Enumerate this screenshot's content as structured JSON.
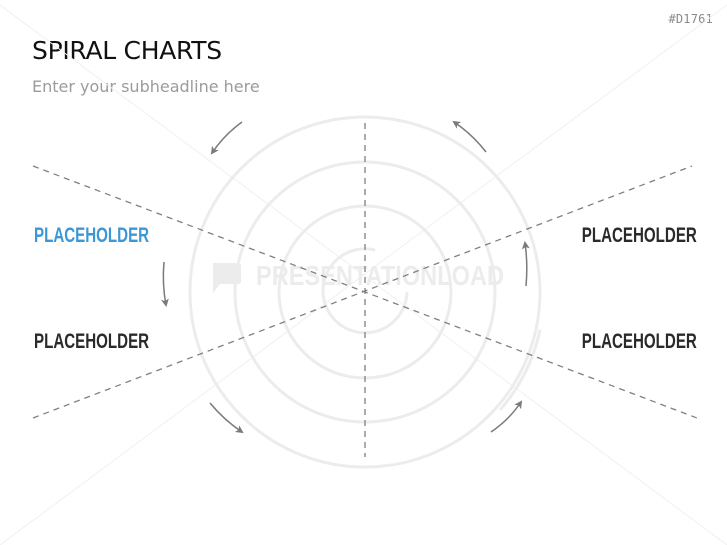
{
  "slide": {
    "code": "#D1761",
    "title": "SPIRAL CHARTS",
    "subtitle": "Enter your subheadline here"
  },
  "diagram": {
    "type": "spiral-chart",
    "labels": [
      {
        "position": "top-left",
        "text": "PLACEHOLDER",
        "color": "#3d97d6"
      },
      {
        "position": "bottom-left",
        "text": "PLACEHOLDER",
        "color": "#2a2a2a"
      },
      {
        "position": "top-right",
        "text": "PLACEHOLDER",
        "color": "#2a2a2a"
      },
      {
        "position": "bottom-right",
        "text": "PLACEHOLDER",
        "color": "#2a2a2a"
      }
    ],
    "arrows": [
      {
        "position": "top-left",
        "direction": "counter-clockwise"
      },
      {
        "position": "left",
        "direction": "counter-clockwise"
      },
      {
        "position": "bottom-left",
        "direction": "counter-clockwise"
      },
      {
        "position": "bottom-right",
        "direction": "counter-clockwise"
      },
      {
        "position": "right",
        "direction": "counter-clockwise"
      },
      {
        "position": "top-right",
        "direction": "counter-clockwise"
      }
    ],
    "watermark": "PRESENTATIONLOAD"
  },
  "colors": {
    "accent": "#3d97d6",
    "label_dark": "#2a2a2a",
    "dashed_line": "#808080",
    "arrow": "#7a7a7a",
    "watermark": "#ececec"
  }
}
